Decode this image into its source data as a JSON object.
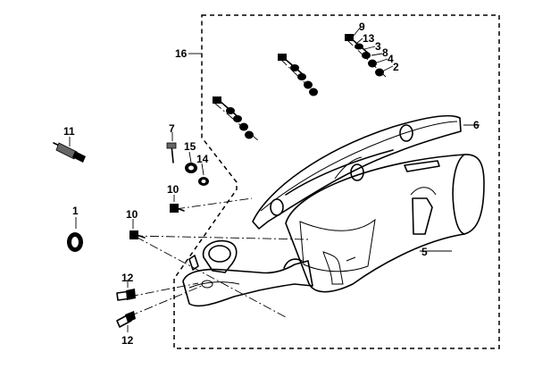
{
  "callouts": [
    {
      "id": "c1",
      "text": "1"
    },
    {
      "id": "c2",
      "text": "2"
    },
    {
      "id": "c3",
      "text": "3"
    },
    {
      "id": "c4",
      "text": "4"
    },
    {
      "id": "c5",
      "text": "5"
    },
    {
      "id": "c6",
      "text": "6"
    },
    {
      "id": "c7",
      "text": "7"
    },
    {
      "id": "c8",
      "text": "8"
    },
    {
      "id": "c9",
      "text": "9"
    },
    {
      "id": "c10a",
      "text": "10"
    },
    {
      "id": "c10b",
      "text": "10"
    },
    {
      "id": "c11",
      "text": "11"
    },
    {
      "id": "c12a",
      "text": "12"
    },
    {
      "id": "c12b",
      "text": "12"
    },
    {
      "id": "c13",
      "text": "13"
    },
    {
      "id": "c14",
      "text": "14"
    },
    {
      "id": "c15",
      "text": "15"
    },
    {
      "id": "c16",
      "text": "16"
    }
  ]
}
